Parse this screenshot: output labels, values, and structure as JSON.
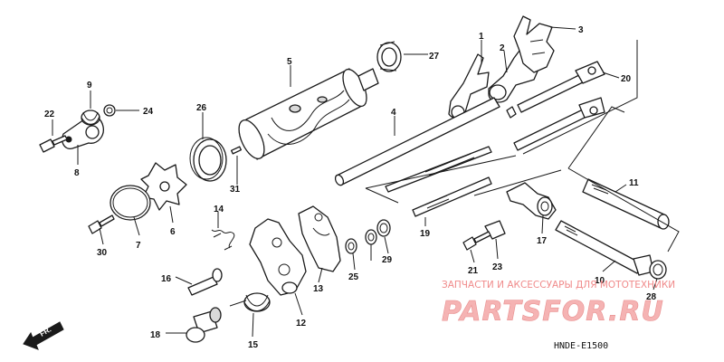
{
  "callouts": {
    "p1": "1",
    "p2": "2",
    "p3": "3",
    "p4": "4",
    "p5": "5",
    "p6": "6",
    "p7": "7",
    "p8": "8",
    "p9": "9",
    "p10": "10",
    "p11": "11",
    "p12": "12",
    "p13": "13",
    "p15": "15",
    "p16": "16",
    "p17": "17",
    "p18": "18",
    "p19": "19",
    "p20": "20",
    "p21": "21",
    "p22": "22",
    "p23": "23",
    "p24": "24",
    "p25": "25",
    "p26": "26",
    "p27": "27",
    "p28": "28",
    "p29": "29",
    "p30": "30",
    "p31": "31"
  },
  "front_marker": {
    "label": "FR."
  },
  "watermark": {
    "caption": "ЗАПЧАСТИ И АКСЕССУАРЫ ДЛЯ МОТОТЕХНИКИ",
    "logo": "PARTSFOR.RU"
  },
  "diagram_code": "HNDE-E1500",
  "colors": {
    "line": "#1a1a1a",
    "watermark": "#f08a8a",
    "background": "#ffffff"
  }
}
